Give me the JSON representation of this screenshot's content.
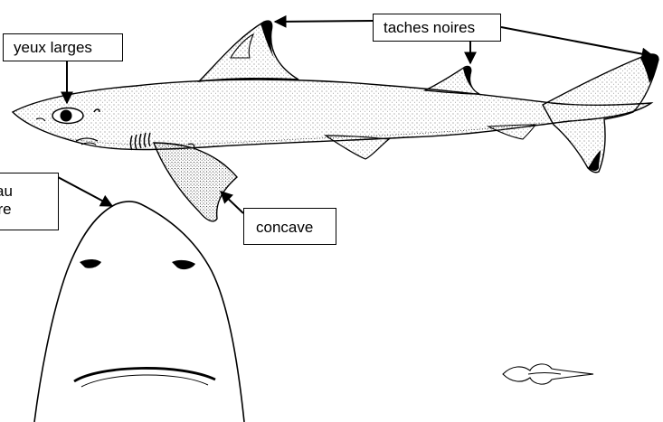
{
  "labels": {
    "eyes": "yeux larges",
    "black_spots": "taches noires",
    "concave": "concave",
    "snout_line1": "au",
    "snout_line2": "ulaire"
  },
  "colors": {
    "ink": "#000000",
    "paper": "#ffffff",
    "stipple": "#555555"
  }
}
